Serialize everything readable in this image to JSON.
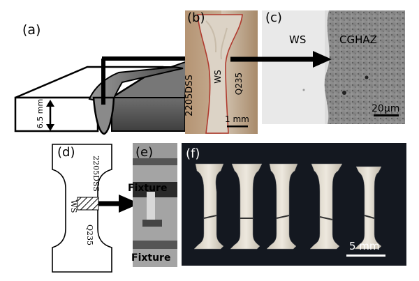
{
  "panels": {
    "a": {
      "label": "(a)",
      "dimension": "6.5 mm"
    },
    "b": {
      "label": "(b)",
      "left_metal": "2205DSS",
      "center": "WS",
      "right_metal": "Q235",
      "scale": "1 mm"
    },
    "c": {
      "label": "(c)",
      "left_zone": "WS",
      "right_zone": "CGHAZ",
      "scale": "20μm"
    },
    "d": {
      "label": "(d)",
      "top_metal": "2205DSS",
      "center": "WS",
      "bottom_metal": "Q235"
    },
    "e": {
      "label": "(e)",
      "top_fixture": "Fixture",
      "bottom_fixture": "Fixture"
    },
    "f": {
      "label": "(f)",
      "scale": "5 mm"
    }
  },
  "colors": {
    "weld_outline": "#c0392b",
    "gray_block": "#5a5a5a",
    "photo_dark": "#111418",
    "micro_gray": "#8a8a8a"
  }
}
